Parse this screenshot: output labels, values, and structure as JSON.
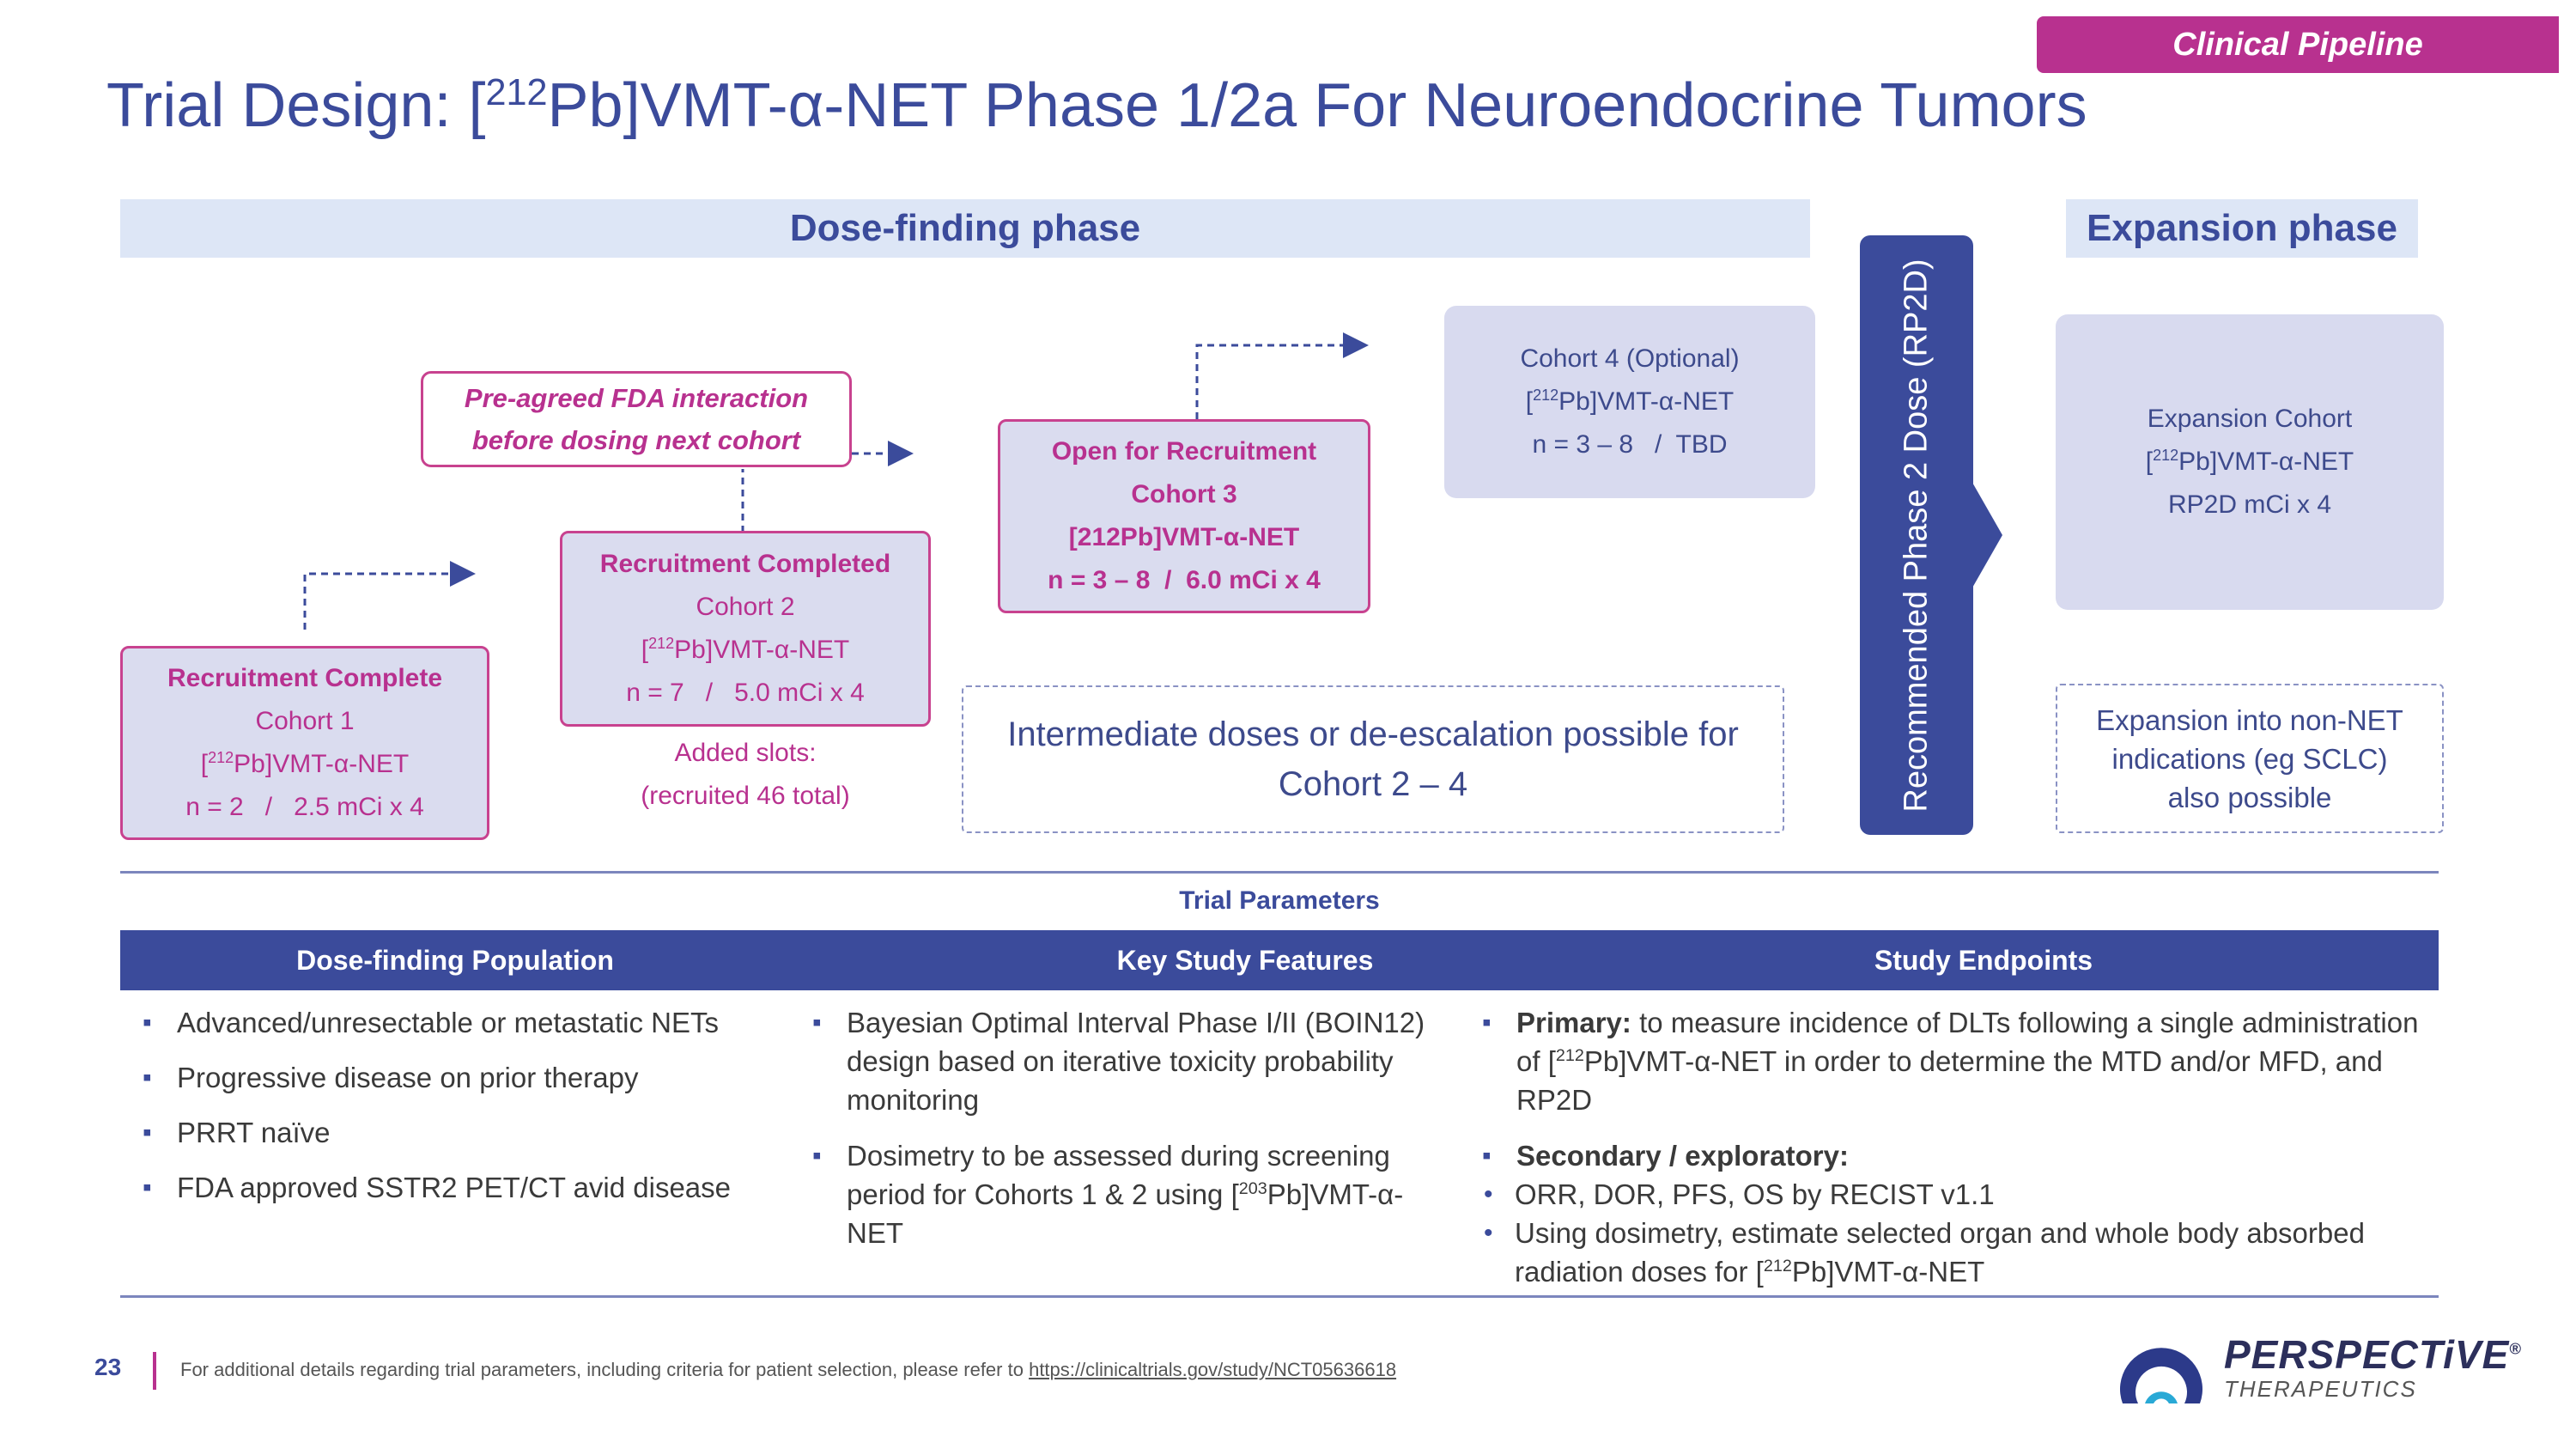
{
  "header": {
    "tag": "Clinical Pipeline",
    "title_prefix": "Trial Design: [",
    "title_sup": "212",
    "title_suffix": "Pb]VMT-α-NET Phase 1/2a For Neuroendocrine Tumors"
  },
  "phases": {
    "dose_finding": "Dose-finding phase",
    "expansion": "Expansion phase"
  },
  "cohort1": {
    "status": "Recruitment Complete",
    "name": "Cohort 1",
    "drug_pre": "[",
    "drug_sup": "212",
    "drug_post": "Pb]VMT-α-NET",
    "dose": "n = 2   /   2.5 mCi x 4"
  },
  "cohort2": {
    "status": "Recruitment Completed",
    "name": "Cohort 2",
    "drug_pre": "[",
    "drug_sup": "212",
    "drug_post": "Pb]VMT-α-NET",
    "dose": "n = 7   /   5.0 mCi x 4",
    "added_line1": "Added slots:",
    "added_line2": "(recruited 46 total)"
  },
  "fda_note": {
    "line1": "Pre-agreed FDA interaction",
    "line2": "before dosing next cohort"
  },
  "cohort3": {
    "status": "Open for Recruitment",
    "name": "Cohort 3",
    "drug": "[212Pb]VMT-α-NET",
    "dose": "n = 3 – 8  /  6.0 mCi x 4"
  },
  "cohort4": {
    "name": "Cohort 4 (Optional)",
    "drug_pre": "[",
    "drug_sup": "212",
    "drug_post": "Pb]VMT-α-NET",
    "dose": "n = 3 – 8   /  TBD"
  },
  "intermediate_note": {
    "line1": "Intermediate doses or de-escalation possible for",
    "line2": "Cohort 2 – 4"
  },
  "rp2d_label": "Recommended Phase 2 Dose (RP2D)",
  "expansion_cohort": {
    "name": "Expansion Cohort",
    "drug_pre": "[",
    "drug_sup": "212",
    "drug_post": "Pb]VMT-α-NET",
    "dose": "RP2D mCi x 4"
  },
  "expansion_note": {
    "line1": "Expansion into non-NET",
    "line2": "indications (eg SCLC)",
    "line3": "also possible"
  },
  "parameters": {
    "title": "Trial Parameters",
    "col1_header": "Dose-finding Population",
    "col2_header": "Key Study Features",
    "col3_header": "Study Endpoints",
    "population": [
      "Advanced/unresectable or metastatic NETs",
      "Progressive disease on prior therapy",
      "PRRT naïve",
      "FDA approved SSTR2 PET/CT avid disease"
    ],
    "features": {
      "item1": "Bayesian Optimal Interval Phase I/II (BOIN12) design based on iterative toxicity probability monitoring",
      "item2_text": "Dosimetry to be assessed during screening period for Cohorts 1 & 2 using",
      "item2_drug_pre": "[",
      "item2_drug_sup": "203",
      "item2_drug_post": "Pb]VMT-α-NET"
    },
    "endpoints": {
      "primary_label": "Primary:",
      "primary_text_a": " to measure incidence of DLTs following a single administration of [",
      "primary_sup": "212",
      "primary_text_b": "Pb]VMT-α-NET in order to determine the MTD and/or MFD, and RP2D",
      "secondary_label": "Secondary / exploratory:",
      "secondary_1": "ORR, DOR, PFS, OS by RECIST v1.1",
      "secondary_2_a": "Using dosimetry, estimate selected organ and whole body absorbed radiation doses for [",
      "secondary_2_sup": "212",
      "secondary_2_b": "Pb]VMT-α-NET"
    }
  },
  "footer": {
    "page": "23",
    "note": "For additional details regarding trial parameters, including criteria for patient selection, please refer to ",
    "link": "https://clinicaltrials.gov/study/NCT05636618"
  },
  "logo": {
    "word": "PERSPECTiVE",
    "reg": "®",
    "sub": "THERAPEUTICS"
  },
  "colors": {
    "navy": "#3b4b9b",
    "magenta": "#b8318f",
    "lavender": "#d8daef",
    "band": "#dde6f6"
  }
}
